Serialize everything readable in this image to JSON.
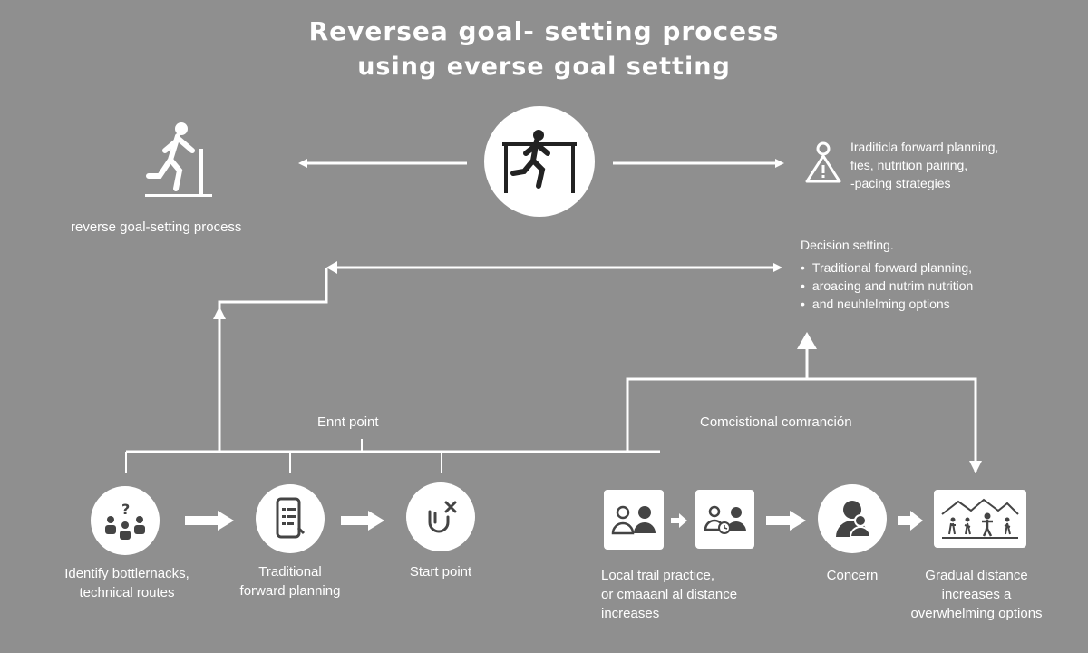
{
  "title": {
    "line1": "Reversea goal- setting process",
    "line2": "using everse goal setting"
  },
  "top": {
    "left_caption": "reverse goal-setting process",
    "right_text": [
      "Iraditicla forward planning,",
      "fies, nutrition pairing,",
      "-pacing strategies"
    ]
  },
  "decision": {
    "heading": "Decision setting.",
    "bullets": [
      "Traditional forward planning,",
      "aroacing and nutrim nutrition",
      "and neuhlelming options"
    ]
  },
  "mid": {
    "entry_label": "Ennt point",
    "conditional_label": "Comcistional comranción"
  },
  "steps_left": [
    {
      "label": "Identify bottlernacks,\ntechnical routes",
      "icon": "people-question-icon"
    },
    {
      "label": "Traditional\nforward planning",
      "icon": "phone-checklist-icon"
    },
    {
      "label": "Start point",
      "icon": "hook-x-icon"
    }
  ],
  "steps_right": [
    {
      "label": "Local trail practice,\nor cmaaanl al distance\nincreases",
      "icon": "two-people-icon"
    },
    {
      "label": "",
      "icon": "people-clock-icon"
    },
    {
      "label": "Concern",
      "icon": "group-icon"
    },
    {
      "label": "Gradual distance\nincreases a\noverwhelming options",
      "icon": "mountain-runners-icon"
    }
  ],
  "colors": {
    "background": "#8f8f8f",
    "foreground": "#ffffff",
    "icon": "#555555"
  }
}
